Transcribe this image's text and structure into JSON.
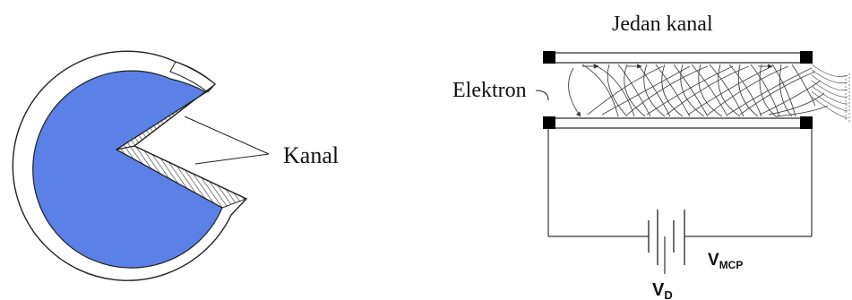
{
  "left_figure": {
    "label": "Kanal",
    "colors": {
      "disc_fill": "#5b80e6",
      "outline": "#222222"
    }
  },
  "right_figure": {
    "title": "Jedan kanal",
    "electron_label": "Elektron",
    "vmcp_label": {
      "main": "V",
      "sub": "MCP"
    },
    "vd_label": {
      "main": "V",
      "sub": "D"
    },
    "colors": {
      "plate_cap": "#000000",
      "wire": "#333333",
      "trajectory": "#444444"
    }
  }
}
